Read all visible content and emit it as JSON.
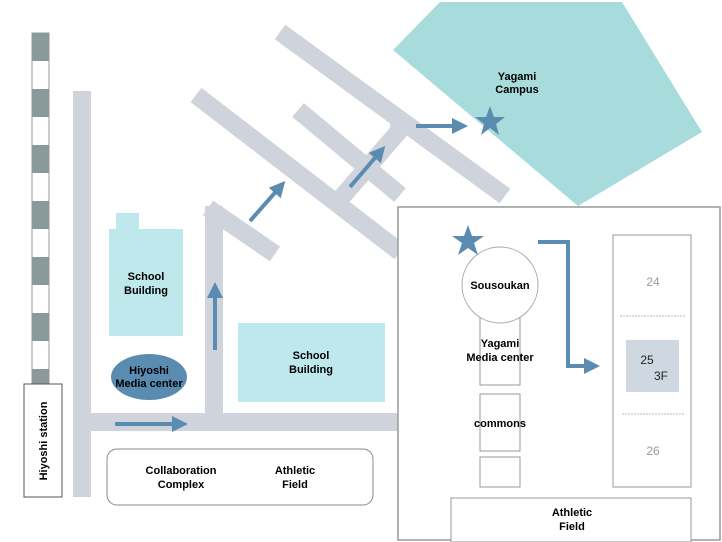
{
  "colors": {
    "road": "#cfd3dc",
    "building": "#bfe8ec",
    "campus": "#a8dcdc",
    "media_center": "#5a8bb0",
    "arrow": "#5a8bb0",
    "rail_dark": "#8a9a9a",
    "highlight": "#cfd8e0"
  },
  "main_map": {
    "station": "Hiyoshi station",
    "school_building_1": [
      "School",
      "Building"
    ],
    "hiyoshi_media_center": [
      "Hiyoshi",
      "Media center"
    ],
    "school_building_2": [
      "School",
      "Building"
    ],
    "collaboration_complex": [
      "Collaboration",
      "Complex"
    ],
    "athletic_field": [
      "Athletic",
      "Field"
    ],
    "yagami_campus": [
      "Yagami",
      "Campus"
    ],
    "destination_icon": "star-icon"
  },
  "inset": {
    "sousoukan": "Sousoukan",
    "yagami_media_center": [
      "Yagami",
      "Media center"
    ],
    "commons": "commons",
    "building_floors": [
      "24",
      "25",
      "26"
    ],
    "target_floor": "3F",
    "athletic_field": [
      "Athletic",
      "Field"
    ],
    "start_icon": "star-icon"
  }
}
